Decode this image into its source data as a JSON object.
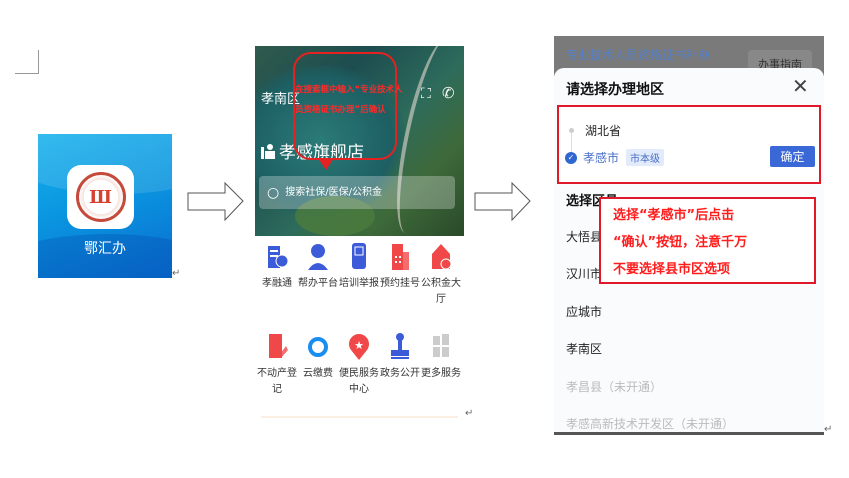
{
  "panel1": {
    "app_name": "鄂汇办",
    "icon": "lyre-logo-icon"
  },
  "panel2": {
    "district": "孝南区",
    "store_title": "孝感旗舰店",
    "search_placeholder": "搜索社保/医保/公积金",
    "callout_text": [
      "在搜索框中输入“专业技术人",
      "员资格证书办理”后确认"
    ],
    "services": [
      {
        "label": "孝融通",
        "icon": "building-coin-icon",
        "color": "#3b5bd8"
      },
      {
        "label": "帮办平台",
        "icon": "headset-agent-icon",
        "color": "#3b5bd8"
      },
      {
        "label": "培训举报",
        "icon": "phone-scan-icon",
        "color": "#3b5bd8"
      },
      {
        "label": "预约挂号",
        "icon": "hospital-icon",
        "color": "#f04848"
      },
      {
        "label": "公积金大厅",
        "icon": "house-icon",
        "color": "#f04848"
      },
      {
        "label": "不动产登记",
        "icon": "property-doc-icon",
        "color": "#f04848"
      },
      {
        "label": "云缴费",
        "icon": "cloud-pay-icon",
        "color": "#1a8ef0"
      },
      {
        "label": "便民服务中心",
        "icon": "star-pin-icon",
        "color": "#f04848"
      },
      {
        "label": "政务公开",
        "icon": "stamp-icon",
        "color": "#3b5bd8"
      },
      {
        "label": "更多服务",
        "icon": "more-grid-icon",
        "color": "#c8c8c8"
      }
    ]
  },
  "panel3": {
    "topbar_title": "专业技术人员资格证书补办",
    "topbar_guide": "办事指南",
    "sheet_title": "请选择办理地区",
    "province": "湖北省",
    "city": "孝感市",
    "city_badge": "市本级",
    "confirm_label": "确定",
    "section_title": "选择区县",
    "regions": [
      {
        "label": "大悟县",
        "enabled": true
      },
      {
        "label": "汉川市",
        "enabled": true
      },
      {
        "label": "应城市",
        "enabled": true
      },
      {
        "label": "孝南区",
        "enabled": true
      },
      {
        "label": "孝昌县（未开通）",
        "enabled": false
      },
      {
        "label": "孝感高新技术开发区（未开通）",
        "enabled": false
      }
    ],
    "note_lines": [
      "选择“孝感市”后点击",
      "“确认”按钮，注意千万",
      "不要选择县市区选项"
    ]
  },
  "colors": {
    "annotation_red": "#e0182a",
    "primary_blue": "#3a68d6"
  }
}
